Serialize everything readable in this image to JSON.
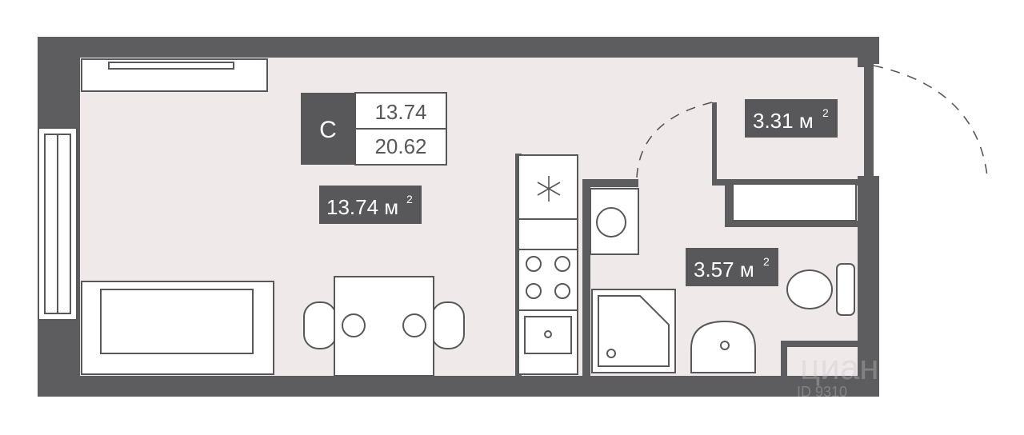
{
  "apartment": {
    "type_letter": "С",
    "living_area": "13.74",
    "total_area": "20.62"
  },
  "rooms": {
    "main_room_area": "13.74 м",
    "hallway_area": "3.31 м",
    "bathroom_area": "3.57 м",
    "unit_sup": "2"
  },
  "watermark": {
    "brand": "циан",
    "listing_id": "ID 9310"
  },
  "colors": {
    "wall": "#5d5d5f",
    "floor": "#efe9ea",
    "label_bg": "#58585a",
    "label_text": "#ffffff",
    "furniture_stroke": "#58585a"
  },
  "icons": [
    "snowflake-icon"
  ]
}
